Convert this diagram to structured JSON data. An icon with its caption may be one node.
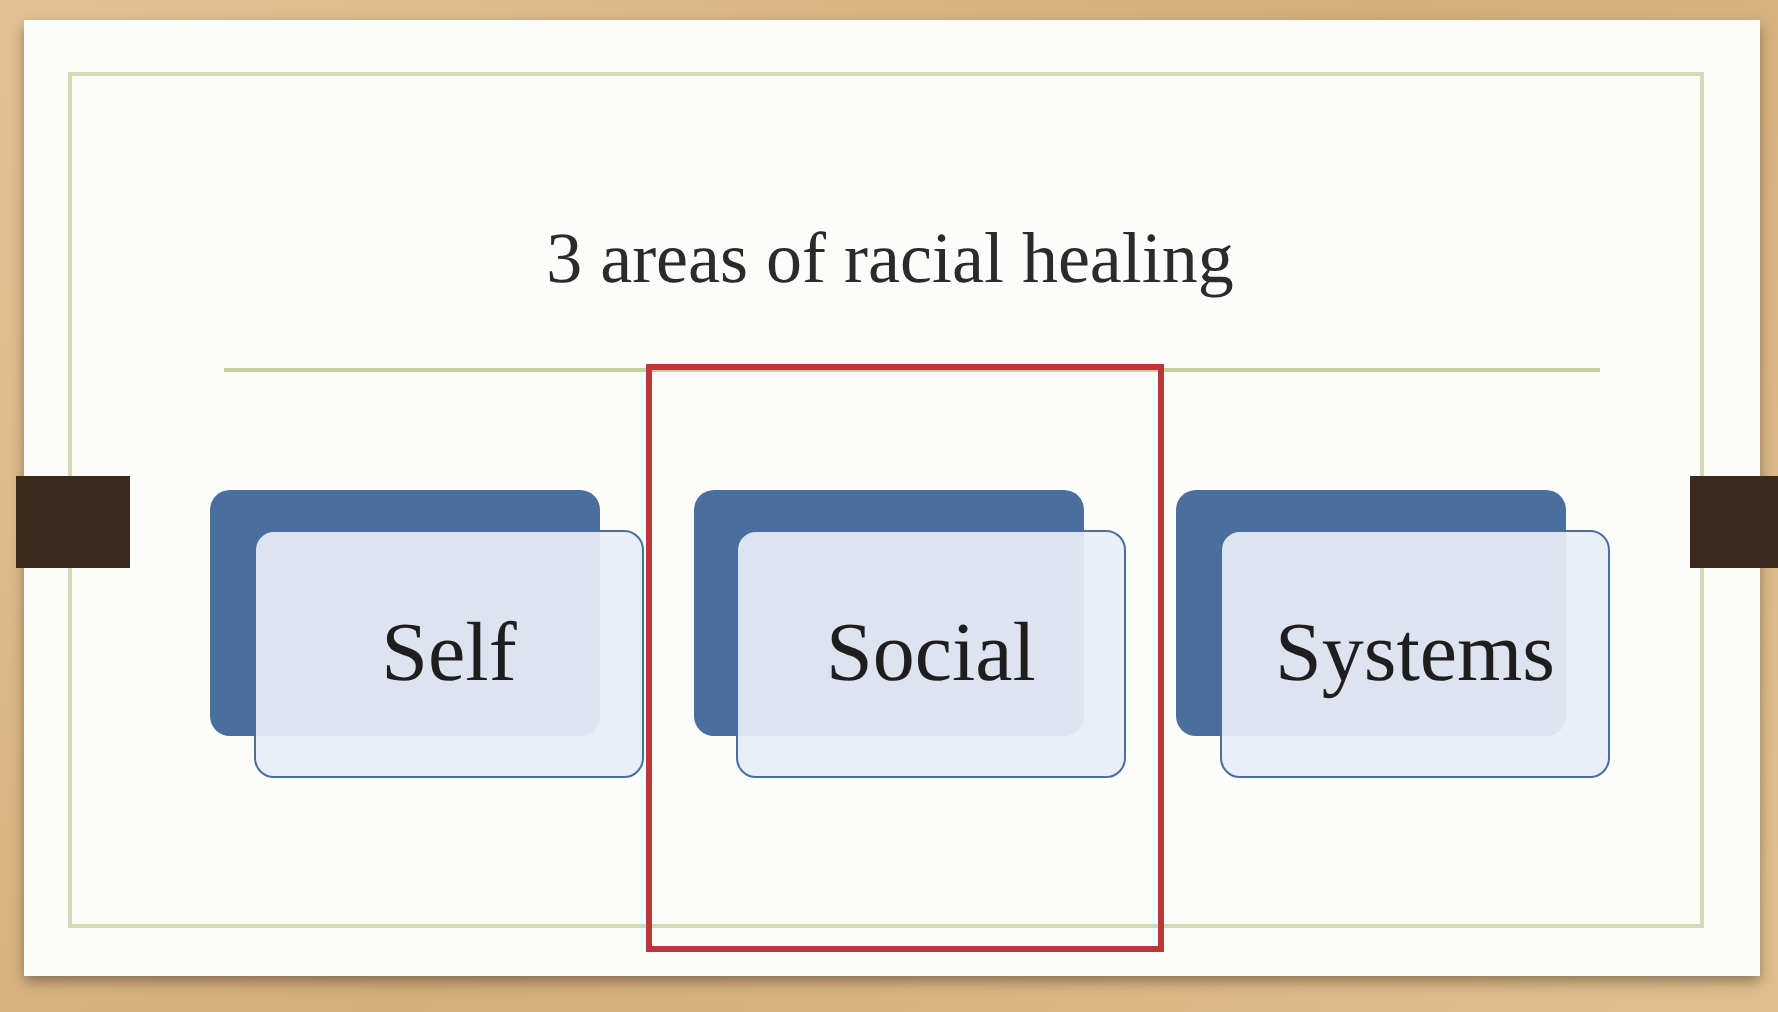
{
  "diagram": {
    "title": "3 areas of racial healing",
    "nodes": [
      {
        "text": [
          "Self"
        ]
      },
      {
        "text": [],
        "shape": "box"
      },
      {
        "text": [
          "Social"
        ],
        "in": 1
      },
      {
        "text": [
          "Systems"
        ]
      }
    ]
  }
}
